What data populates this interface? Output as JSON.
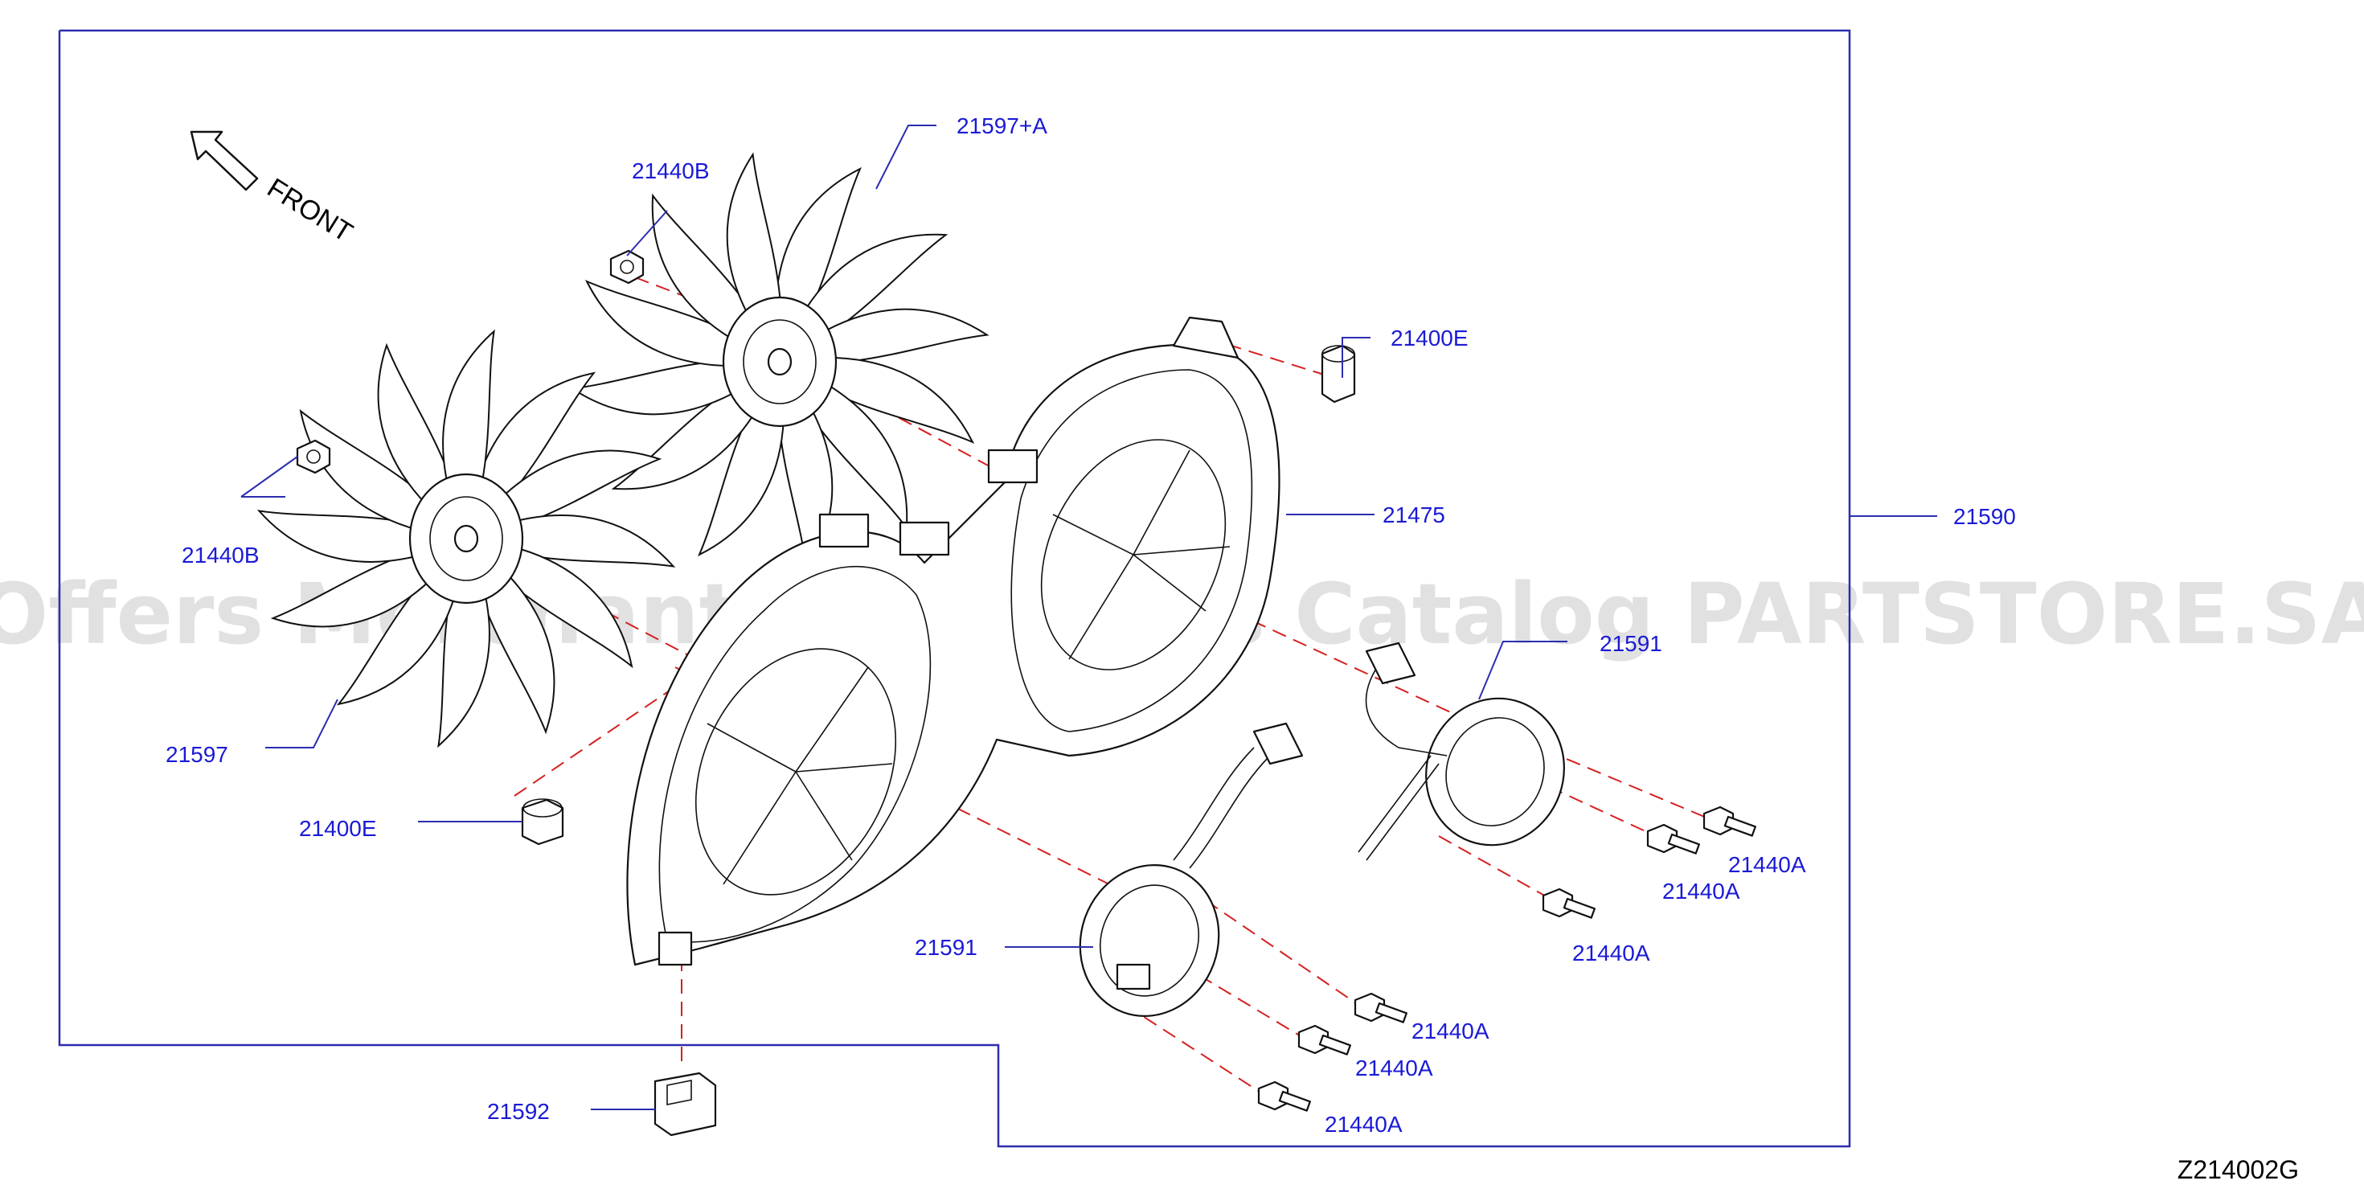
{
  "diagram": {
    "direction_label": "FRONT",
    "watermark": "Offers Merchant Auto Parts Catalog PARTSTORE.SA",
    "drawing_code": "Z214002G",
    "labels": {
      "fan_upper": "21597+A",
      "nut_upper": "21440B",
      "grommet_upper": "21400E",
      "shroud": "21475",
      "assembly": "21590",
      "nut_left": "21440B",
      "fan_lower": "21597",
      "grommet_lower": "21400E",
      "motor_right": "21591",
      "motor_right_bolt_1": "21440A",
      "motor_right_bolt_2": "21440A",
      "motor_right_bolt_3": "21440A",
      "motor_left": "21591",
      "motor_left_bolt_1": "21440A",
      "motor_left_bolt_2": "21440A",
      "motor_left_bolt_3": "21440A",
      "bracket": "21592"
    }
  }
}
